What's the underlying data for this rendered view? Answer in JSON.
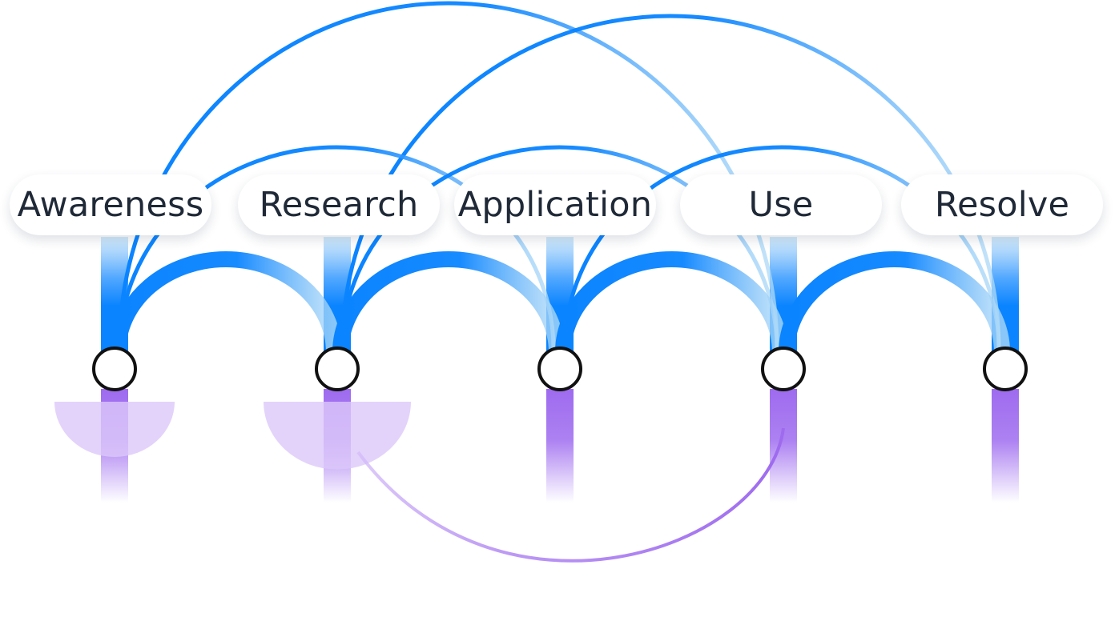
{
  "stages": [
    {
      "id": "awareness",
      "label": "Awareness"
    },
    {
      "id": "research",
      "label": "Research"
    },
    {
      "id": "application",
      "label": "Application"
    },
    {
      "id": "use",
      "label": "Use"
    },
    {
      "id": "resolve",
      "label": "Resolve"
    }
  ],
  "forward_links": [
    {
      "from": "awareness",
      "to": "research"
    },
    {
      "from": "research",
      "to": "application"
    },
    {
      "from": "application",
      "to": "use"
    },
    {
      "from": "use",
      "to": "resolve"
    }
  ],
  "skip_links": [
    {
      "from": "awareness",
      "to": "application"
    },
    {
      "from": "research",
      "to": "use"
    },
    {
      "from": "application",
      "to": "resolve"
    },
    {
      "from": "awareness",
      "to": "use"
    },
    {
      "from": "research",
      "to": "resolve"
    }
  ],
  "back_links": [
    {
      "from": "use",
      "to": "research"
    }
  ],
  "dropoff_stages": [
    "awareness",
    "research"
  ],
  "colors": {
    "forward": "#0a84ff",
    "forward_light": "#b3dcf7",
    "dropoff": "#9e6bef",
    "dropoff_light": "#dcc8fa",
    "node_stroke": "#111111",
    "label_text": "#1f2937"
  }
}
